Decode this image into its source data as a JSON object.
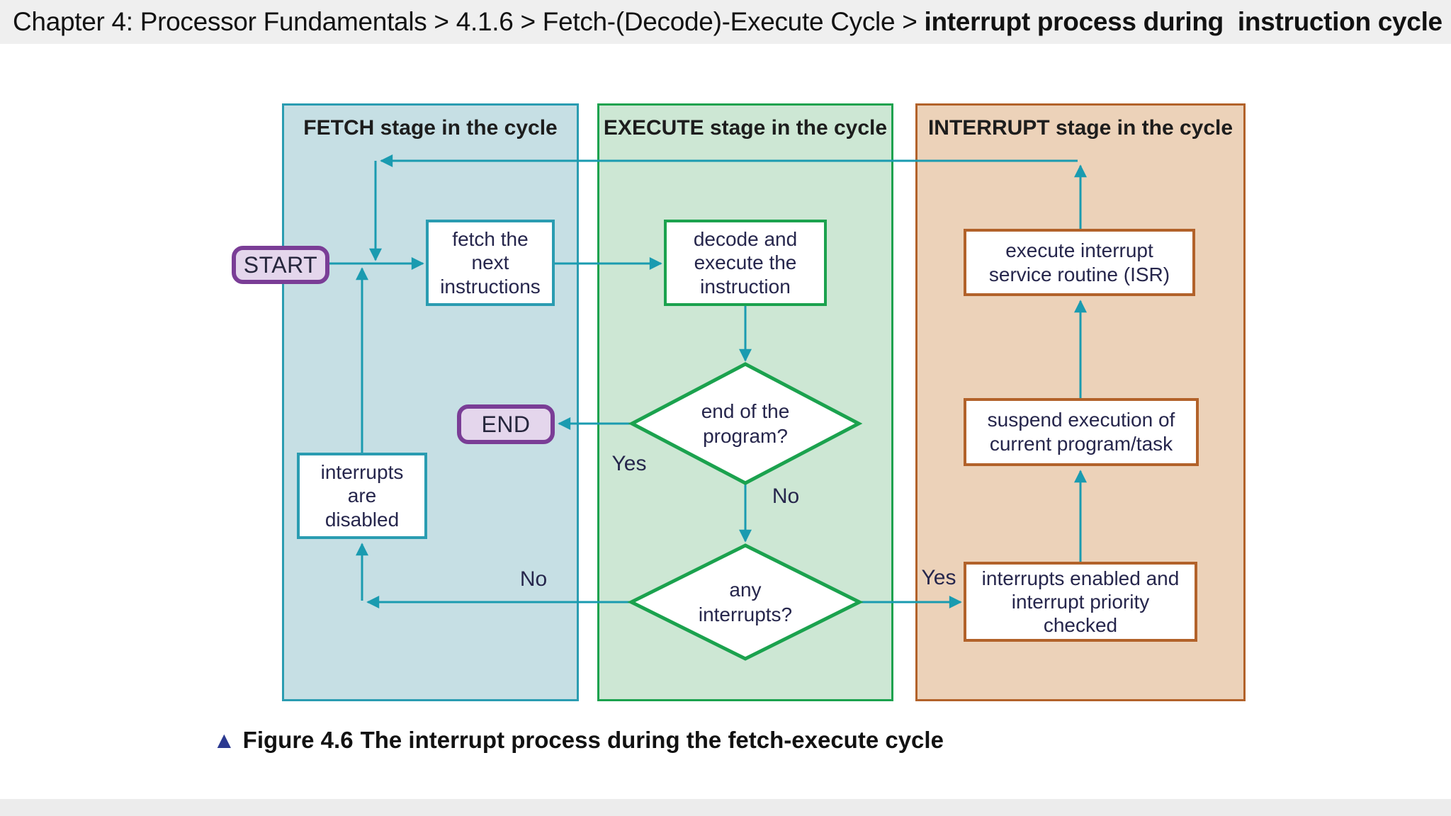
{
  "breadcrumb": {
    "path": "Chapter 4: Processor Fundamentals > 4.1.6 > Fetch-(Decode)-Execute Cycle > ",
    "current": "interrupt process during  instruction cycle"
  },
  "stages": [
    {
      "title": "FETCH stage in the cycle",
      "fill": "#c6dfe4",
      "border": "#2a9cb1"
    },
    {
      "title": "EXECUTE stage in the cycle",
      "fill": "#cde7d4",
      "border": "#1ba24e"
    },
    {
      "title": "INTERRUPT stage in the cycle",
      "fill": "#ecd2b9",
      "border": "#b2622a"
    }
  ],
  "nodes": {
    "start": {
      "label": "START"
    },
    "fetch_next": {
      "label": "fetch the\nnext\ninstructions"
    },
    "decode_execute": {
      "label": "decode and\nexecute the\ninstruction"
    },
    "isr": {
      "label": "execute interrupt\nservice routine (ISR)"
    },
    "end": {
      "label": "END"
    },
    "end_of_program": {
      "label": "end of the\nprogram?"
    },
    "suspend": {
      "label": "suspend execution of\ncurrent program/task"
    },
    "interrupts_disabled": {
      "label": "interrupts\nare\ndisabled"
    },
    "any_interrupts": {
      "label": "any\ninterrupts?"
    },
    "interrupts_enabled": {
      "label": "interrupts enabled and\ninterrupt priority\nchecked"
    }
  },
  "edge_labels": {
    "end_yes": "Yes",
    "end_no": "No",
    "loop_no": "No",
    "interrupt_yes": "Yes"
  },
  "caption": {
    "marker": "▲",
    "figure": "Figure 4.6",
    "text": "The interrupt process during the fetch-execute cycle"
  },
  "colors": {
    "arrow": "#1a9bb0",
    "terminator_border": "#7a3d96",
    "terminator_fill": "#e4d6ec",
    "decision_border": "#1ba24e",
    "node_text": "#26264c",
    "caption_marker": "#2b3990",
    "bar_background": "#efefef"
  }
}
